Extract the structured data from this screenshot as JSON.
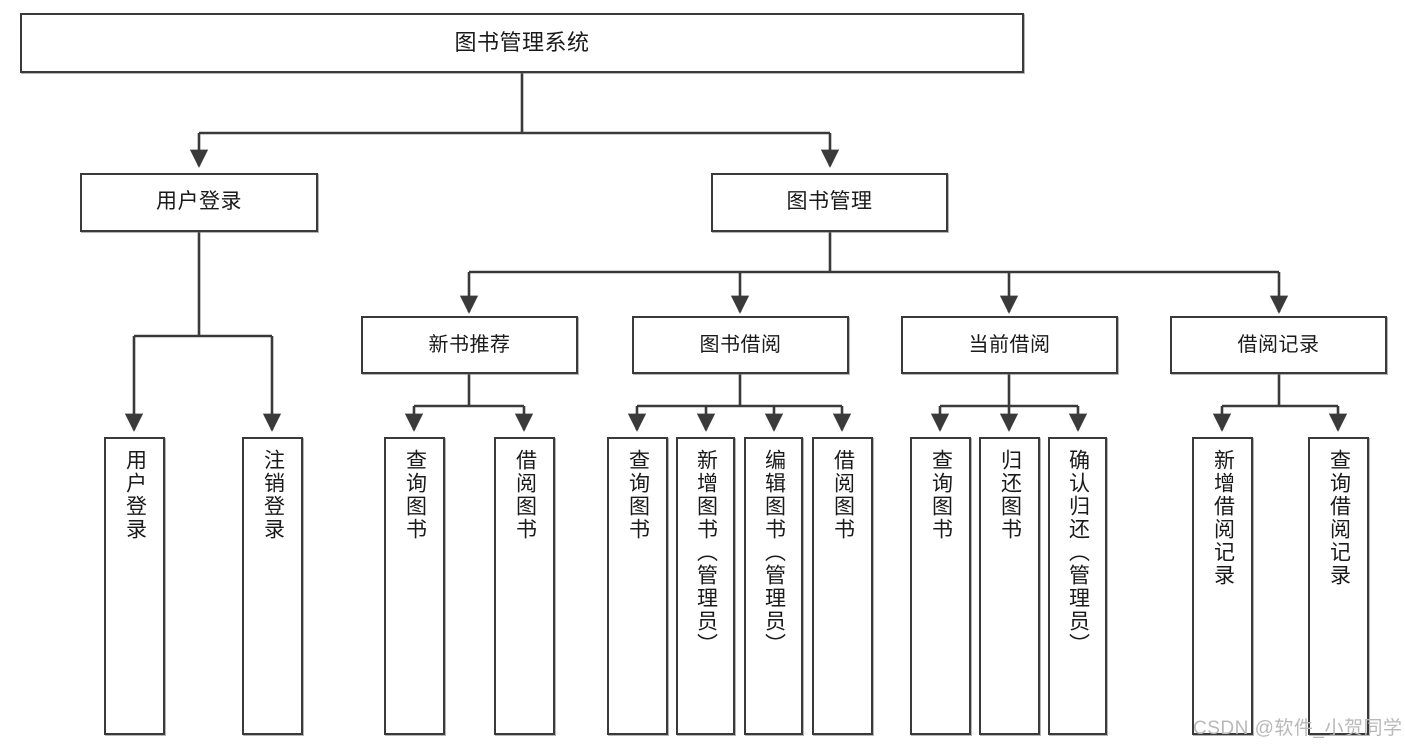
{
  "diagram": {
    "type": "tree",
    "title": "图书管理系统",
    "root": {
      "label": "图书管理系统",
      "children": [
        {
          "label": "用户登录",
          "children": [
            {
              "label": "用户登录"
            },
            {
              "label": "注销登录"
            }
          ]
        },
        {
          "label": "图书管理",
          "children": [
            {
              "label": "新书推荐",
              "children": [
                {
                  "label": "查询图书"
                },
                {
                  "label": "借阅图书"
                }
              ]
            },
            {
              "label": "图书借阅",
              "children": [
                {
                  "label": "查询图书"
                },
                {
                  "label": "新增图书（管理员）"
                },
                {
                  "label": "编辑图书（管理员）"
                },
                {
                  "label": "借阅图书"
                }
              ]
            },
            {
              "label": "当前借阅",
              "children": [
                {
                  "label": "查询图书"
                },
                {
                  "label": "归还图书"
                },
                {
                  "label": "确认归还（管理员）"
                }
              ]
            },
            {
              "label": "借阅记录",
              "children": [
                {
                  "label": "新增借阅记录"
                },
                {
                  "label": "查询借阅记录"
                }
              ]
            }
          ]
        }
      ]
    }
  },
  "nodes": {
    "root": "图书管理系统",
    "l2": {
      "user_login": "用户登录",
      "book_manage": "图书管理"
    },
    "l3": {
      "new_book_rec": "新书推荐",
      "book_borrow": "图书借阅",
      "current_borrow": "当前借阅",
      "borrow_record": "借阅记录"
    },
    "leaves": {
      "user_login_1": "用户登录",
      "user_login_2": "注销登录",
      "new_book_1": "查询图书",
      "new_book_2": "借阅图书",
      "borrow_1": "查询图书",
      "borrow_2": "新增图书（管理员）",
      "borrow_3": "编辑图书（管理员）",
      "borrow_4": "借阅图书",
      "current_1": "查询图书",
      "current_2": "归还图书",
      "current_3": "确认归还（管理员）",
      "record_1": "新增借阅记录",
      "record_2": "查询借阅记录"
    }
  },
  "watermark": {
    "text": "CSDN @软件_小贺同学"
  },
  "colors": {
    "box_border": "#3a3a3a",
    "box_fill": "#ffffff",
    "line": "#3a3a3a",
    "text": "#1a1a1a",
    "watermark": "#b9b9b9"
  }
}
